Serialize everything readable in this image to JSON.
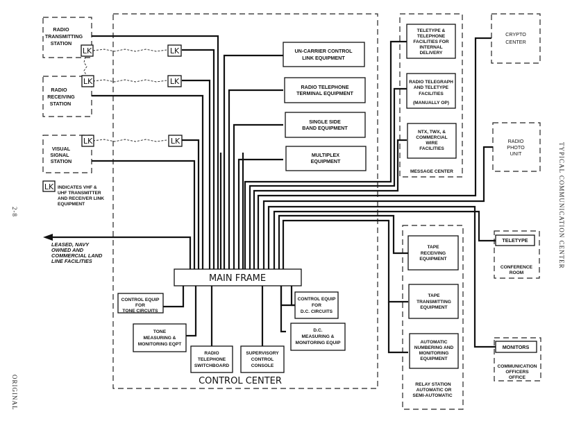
{
  "title": "TYPICAL COMMUNICATION CENTER",
  "page_number": "2-8",
  "footer": "ORIGINAL",
  "control_center": {
    "label": "CONTROL CENTER",
    "main_frame": "MAIN FRAME",
    "equipment": [
      [
        "UN-CARRIER CONTROL",
        "LINK EQUIPMENT"
      ],
      [
        "RADIO TELEPHONE",
        "TERMINAL EQUIPMENT"
      ],
      [
        "SINGLE SIDE",
        "BAND EQUIPMENT"
      ],
      [
        "MULTIPLEX",
        "EQUIPMENT"
      ]
    ],
    "lower_equipment": {
      "control_tone": [
        "CONTROL EQUIP",
        "FOR",
        "TONE CIRCUITS"
      ],
      "tone_measuring": [
        "TONE",
        "MEASURING &",
        "MONITORING EQPT"
      ],
      "switchboard": [
        "RADIO",
        "TELEPHONE",
        "SWITCHBOARD"
      ],
      "supervisory": [
        "SUPERVISORY",
        "CONTROL",
        "CONSOLE"
      ],
      "control_dc": [
        "CONTROL EQUIP",
        "FOR",
        "D.C. CIRCUITS"
      ],
      "dc_measuring": [
        "D.C.",
        "MEASURING &",
        "MONITORING EQUIP"
      ]
    }
  },
  "stations": {
    "transmitting": [
      "RADIO",
      "TRANSMITTING",
      "STATION"
    ],
    "receiving": [
      "RADIO",
      "RECEIVING",
      "STATION"
    ],
    "visual": [
      "VISUAL",
      "SIGNAL",
      "STATION"
    ],
    "lk": "LK"
  },
  "legend": {
    "symbol": "LK",
    "text": [
      "INDICATES VHF &",
      "UHF TRANSMITTER",
      "AND RECEIVER LINK",
      "EQUIPMENT"
    ]
  },
  "land_lines": [
    "LEASED, NAVY",
    "OWNED AND",
    "COMMERCIAL LAND",
    "LINE FACILITIES"
  ],
  "message_center": {
    "label": "MESSAGE CENTER",
    "items": [
      [
        "TELETYPE &",
        "TELEPHONE",
        "FACILITIES FOR",
        "INTERNAL",
        "DELIVERY"
      ],
      [
        "RADIO TELEGRAPH",
        "AND TELETYPE",
        "FACILITIES",
        "(MANUALLY OP)"
      ],
      [
        "NTX, TWX, &",
        "COMMERCIAL",
        "WIRE",
        "FACILITIES"
      ]
    ]
  },
  "relay_station": {
    "label": [
      "RELAY STATION",
      "AUTOMATIC OR",
      "SEMI-AUTOMATIC"
    ],
    "items": [
      [
        "TAPE",
        "RECEIVING",
        "EQUIPMENT"
      ],
      [
        "TAPE",
        "TRANSMITTING",
        "EQUIPMENT"
      ],
      [
        "AUTOMATIC",
        "NUMBERING AND",
        "MONITORING",
        "EQUIPMENT"
      ]
    ]
  },
  "external_units": {
    "crypto": [
      "CRYPTO",
      "CENTER"
    ],
    "radio_photo": [
      "RADIO",
      "PHOTO",
      "UNIT"
    ],
    "conference": {
      "device": "TELETYPE",
      "room": [
        "CONFERENCE",
        "ROOM"
      ]
    },
    "officers": {
      "device": "MONITORS",
      "room": [
        "COMMUNICATION",
        "OFFICERS",
        "OFFICE"
      ]
    }
  }
}
